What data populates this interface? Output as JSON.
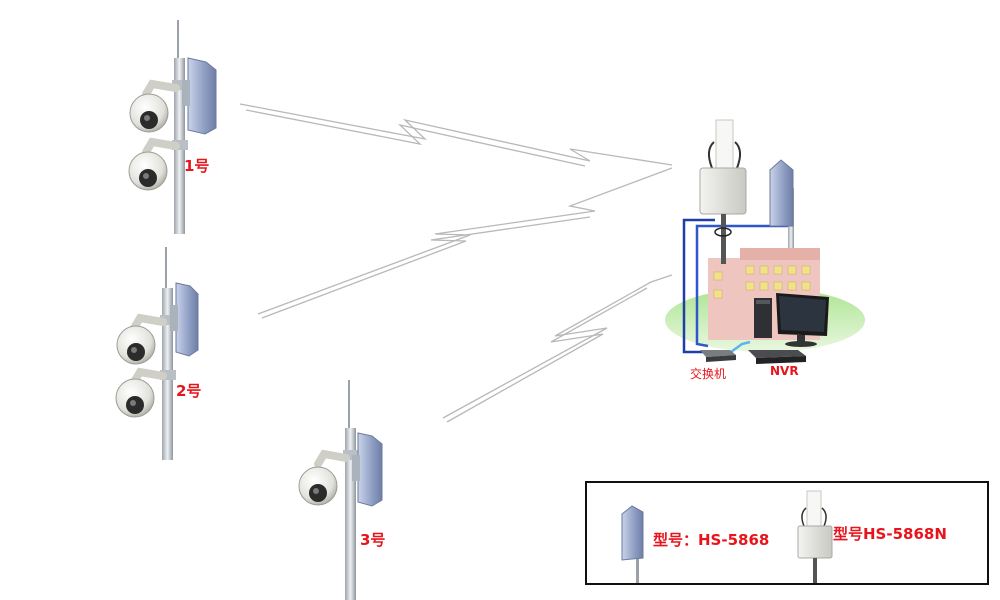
{
  "stations": [
    {
      "label": "1号"
    },
    {
      "label": "2号"
    },
    {
      "label": "3号"
    }
  ],
  "hub": {
    "switch_label": "交换机",
    "nvr_label": "NVR"
  },
  "legend": {
    "items": [
      {
        "icon": "panel-antenna-icon",
        "text": "型号：HS-5868"
      },
      {
        "icon": "enclosure-antenna-icon",
        "text": "型号HS-5868N"
      }
    ]
  },
  "colors": {
    "label_red": "#e8141b",
    "link_gray": "#b8b8b8",
    "antenna_blue": "#9aa9c8",
    "pole_gray": "#c7cdd3",
    "cable_blue": "#1f3fa6",
    "cable_light_blue": "#5bb3f0",
    "building_pink": "#e9b9b3"
  }
}
